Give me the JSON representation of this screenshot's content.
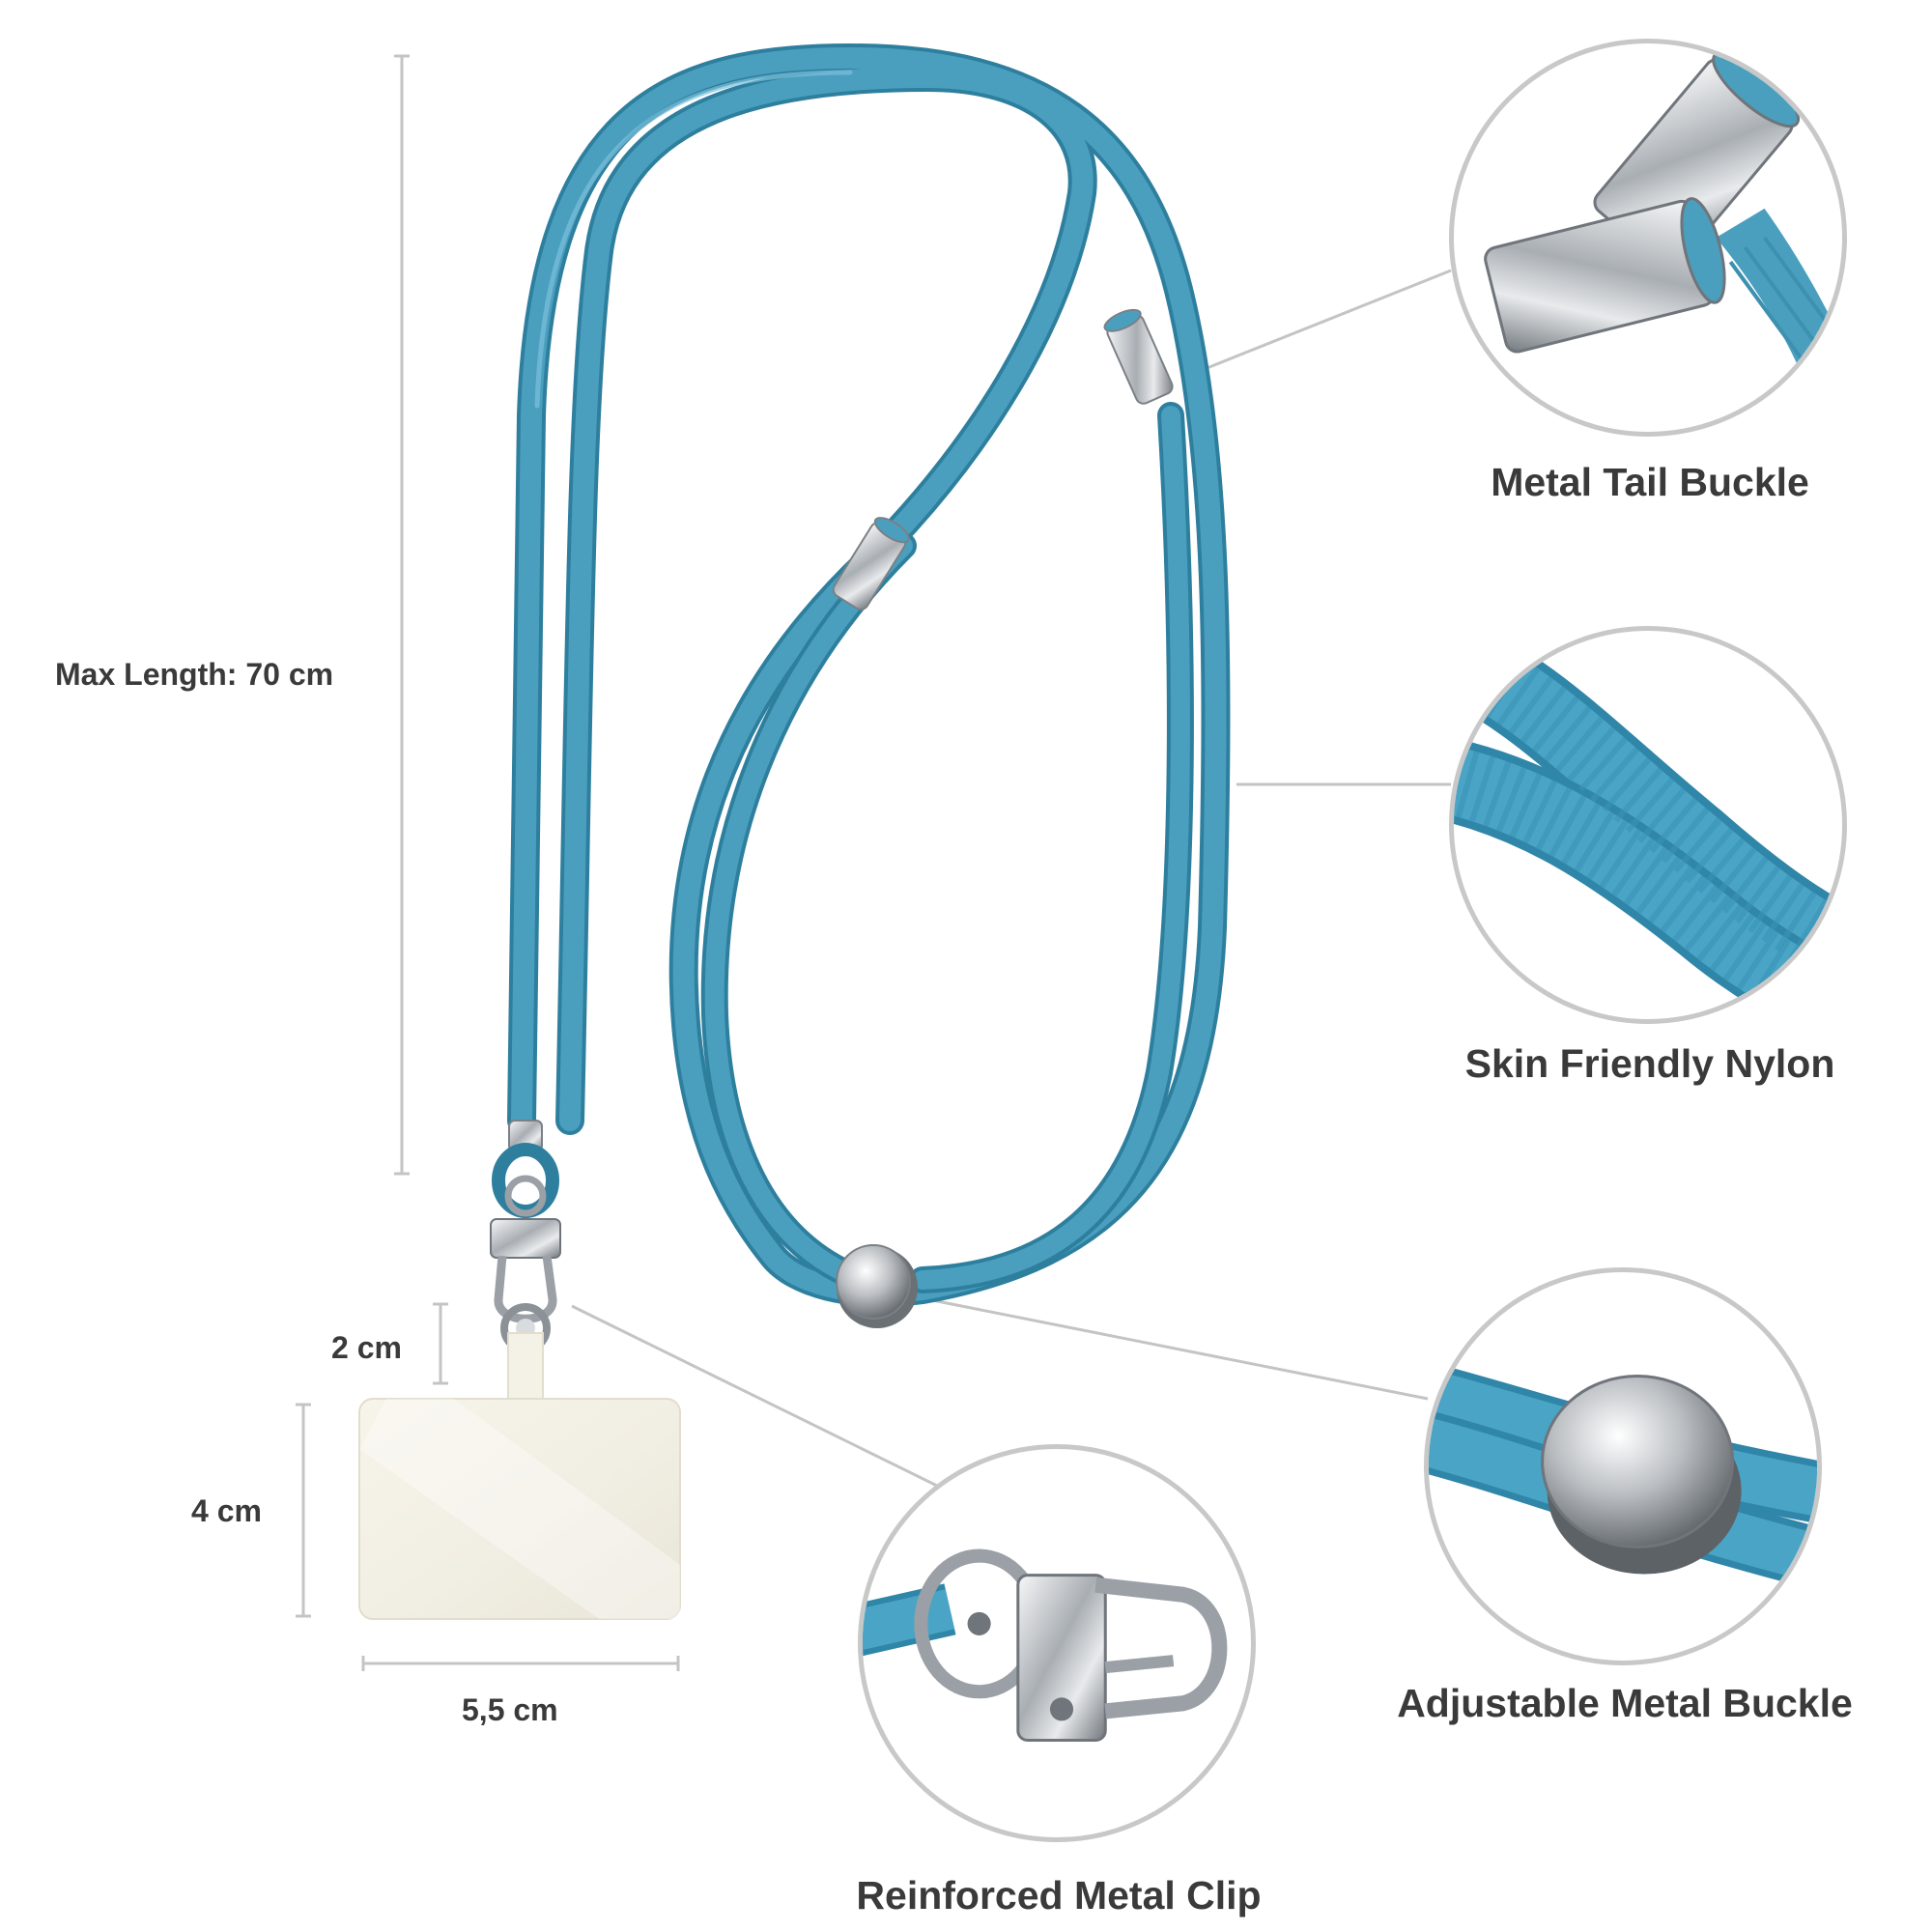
{
  "dimensions": {
    "max_length": "Max Length: 70 cm",
    "ring_height": "2 cm",
    "patch_height": "4 cm",
    "patch_width": "5,5 cm"
  },
  "features": {
    "tail_buckle": "Metal Tail Buckle",
    "nylon": "Skin Friendly Nylon",
    "adjust_buckle": "Adjustable Metal Buckle",
    "clip": "Reinforced Metal Clip"
  },
  "colors": {
    "cord": "#4a9fbf",
    "cord_dark": "#2e7f9e",
    "metal": "#c9cdd1",
    "patch": "#f4f1e6",
    "guide": "#c4c4c4",
    "text": "#3a3a3a"
  }
}
